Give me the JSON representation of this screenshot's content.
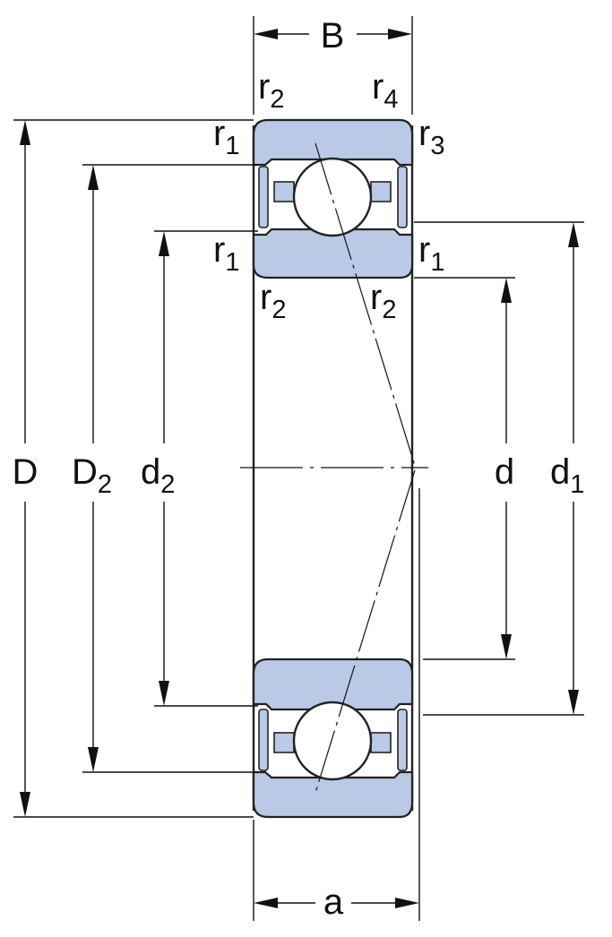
{
  "labels": {
    "B": "B",
    "a": "a",
    "D": "D",
    "D2": {
      "base": "D",
      "sub": "2"
    },
    "d2": {
      "base": "d",
      "sub": "2"
    },
    "d": "d",
    "d1": {
      "base": "d",
      "sub": "1"
    },
    "r2_top_left": {
      "base": "r",
      "sub": "2"
    },
    "r4_top_right": {
      "base": "r",
      "sub": "4"
    },
    "r1_upper_left": {
      "base": "r",
      "sub": "1"
    },
    "r3_upper_right": {
      "base": "r",
      "sub": "3"
    },
    "r1_mid_left": {
      "base": "r",
      "sub": "1"
    },
    "r1_mid_right": {
      "base": "r",
      "sub": "1"
    },
    "r2_bottom_left": {
      "base": "r",
      "sub": "2"
    },
    "r2_bottom_right": {
      "base": "r",
      "sub": "2"
    }
  },
  "colors": {
    "ring_fill": "#b9c9e6",
    "line": "#222222"
  }
}
